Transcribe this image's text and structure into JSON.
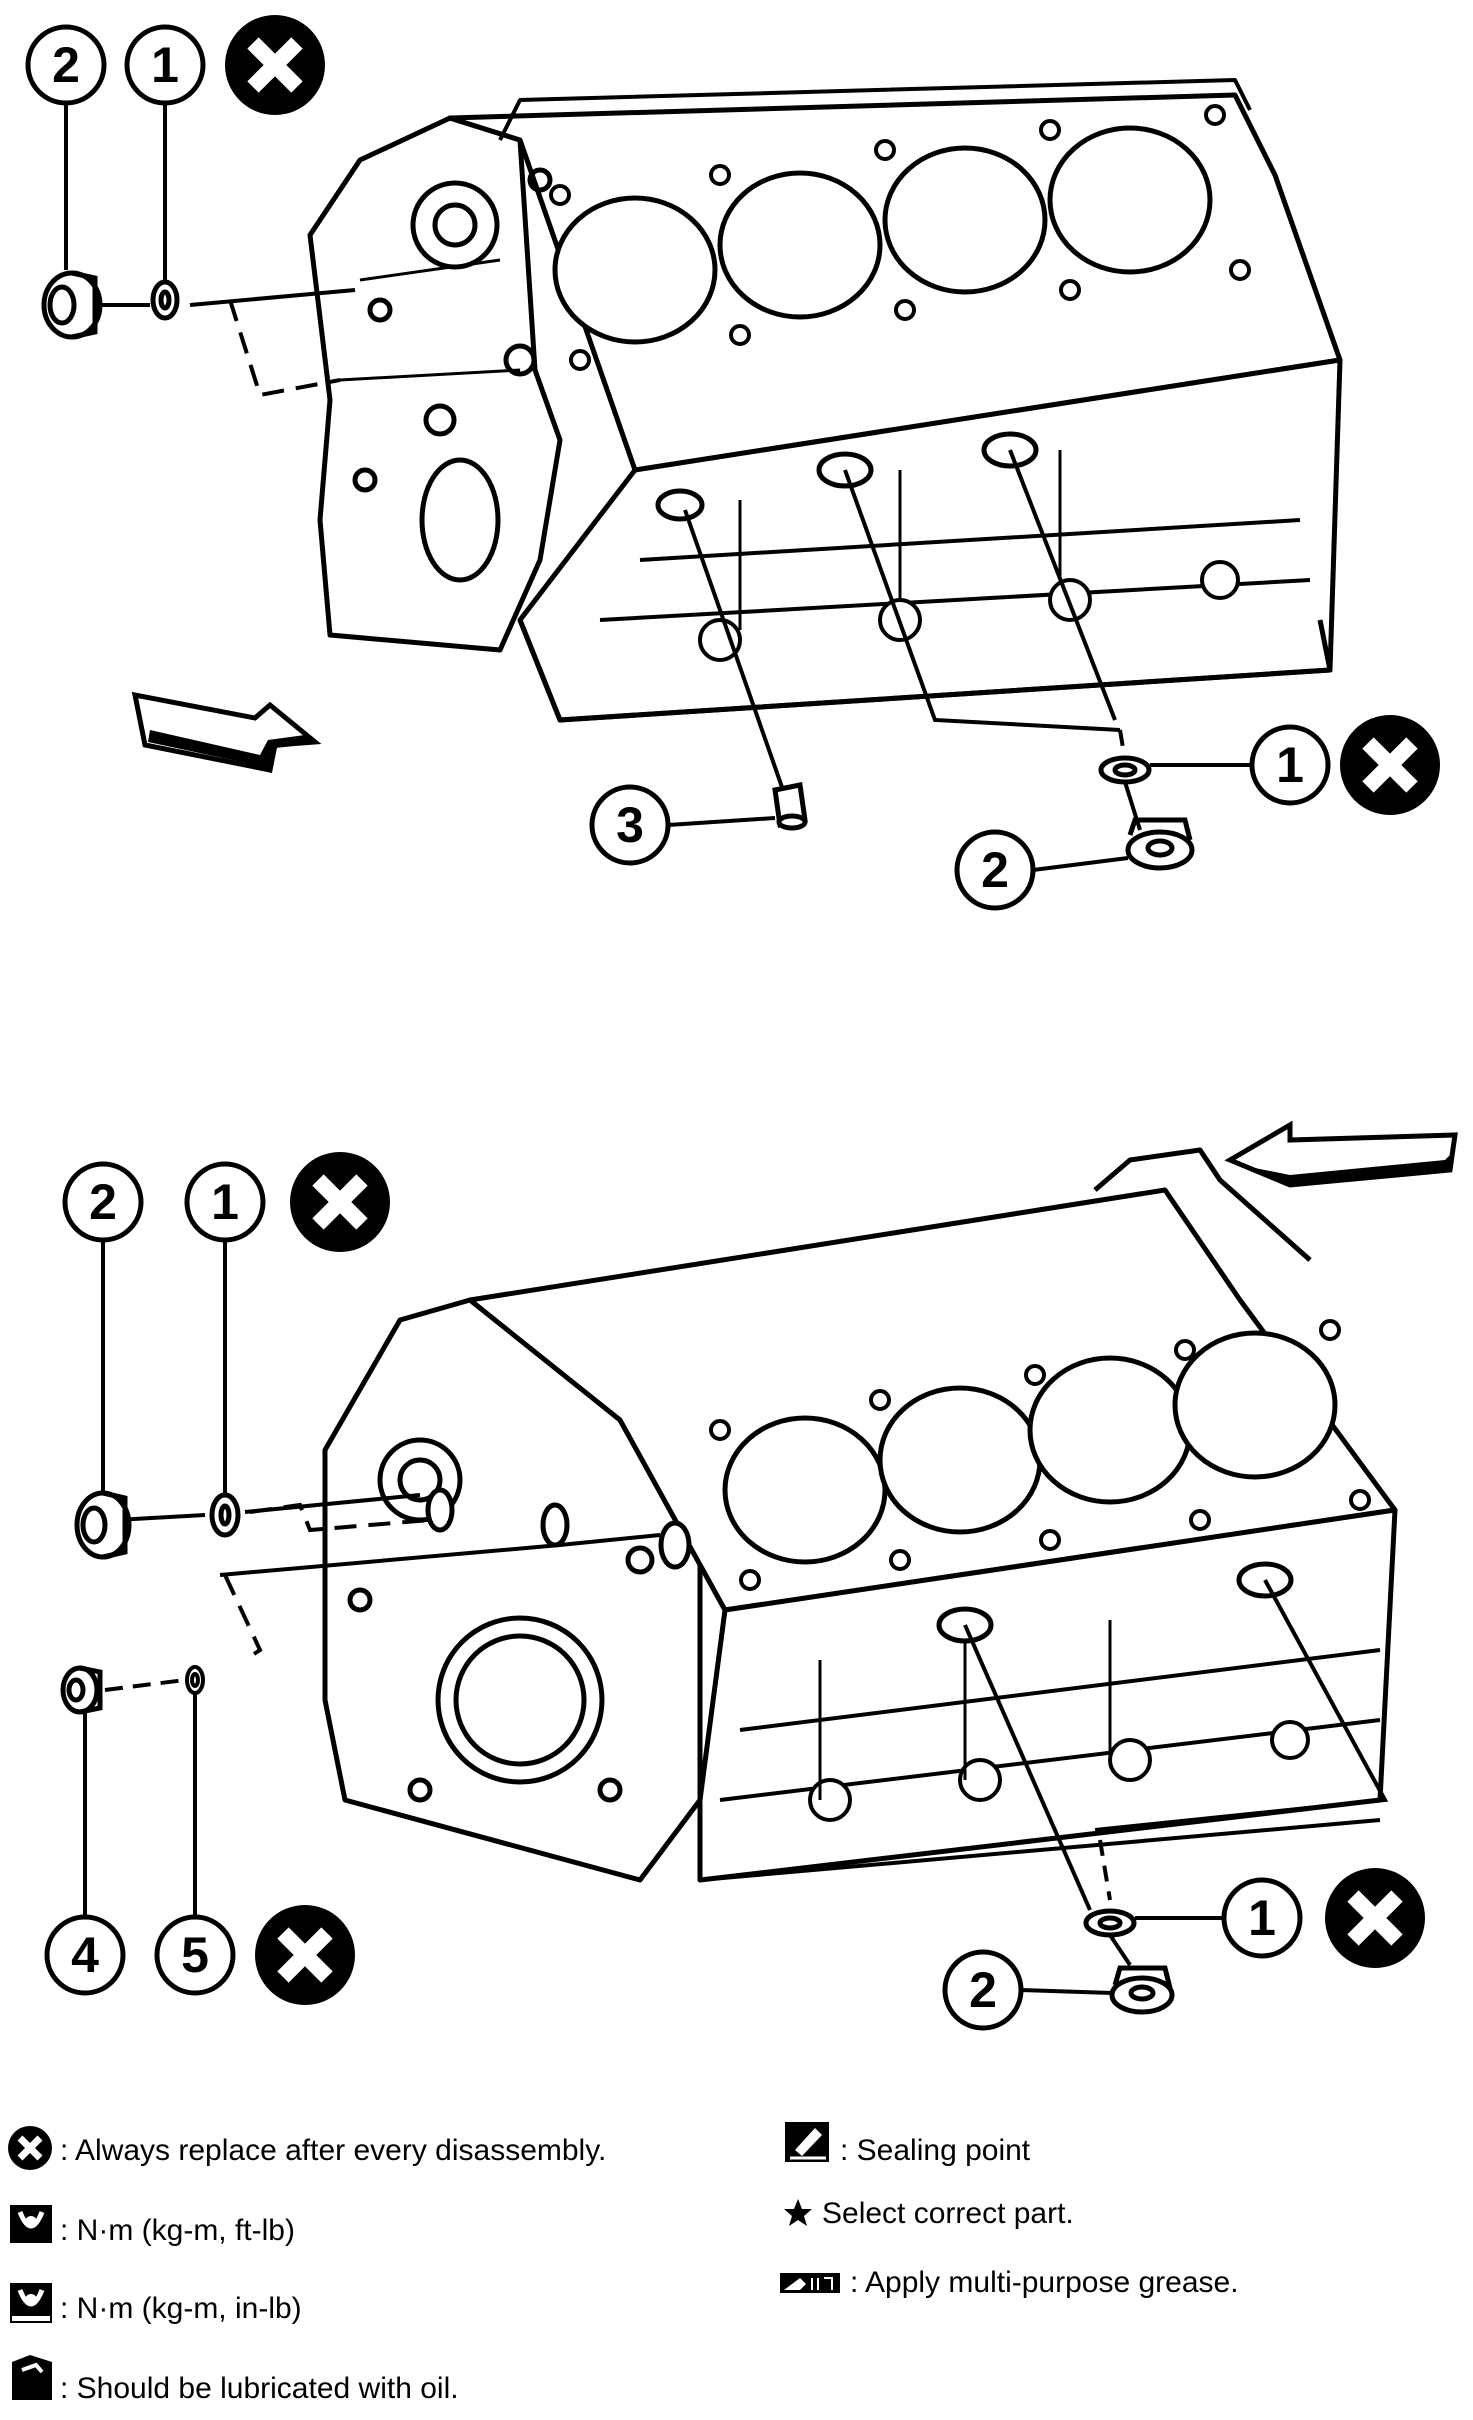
{
  "callouts": {
    "c1": "1",
    "c2": "2",
    "c3": "3",
    "c4": "4",
    "c5": "5"
  },
  "legend": {
    "always_replace": ": Always replace after every disassembly.",
    "torque_ft_lb": ": N·m (kg-m, ft-lb)",
    "torque_in_lb": ": N·m (kg-m, in-lb)",
    "lubricate_oil": ": Should be lubricated with oil.",
    "sealing_point": ": Sealing point",
    "select_part": "Select correct part.",
    "multi_purpose_grease": ": Apply multi-purpose grease."
  },
  "icons": {
    "replace": "x-circle-icon",
    "torque_wrench": "torque-wrench-icon",
    "oil_can": "oil-can-icon",
    "sealing": "sealing-point-icon",
    "star": "star-icon",
    "grease": "grease-icon",
    "front_arrow": "front-direction-arrow-icon"
  }
}
